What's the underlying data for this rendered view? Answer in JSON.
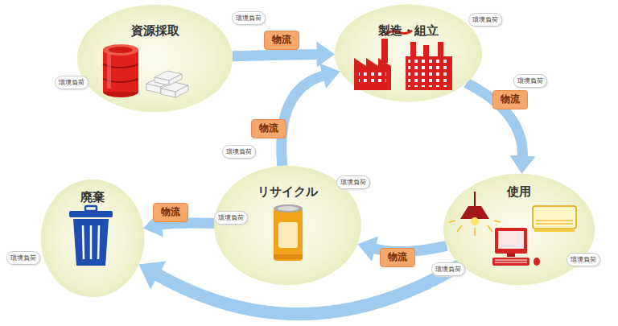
{
  "diagram": {
    "nodes": [
      {
        "text": [
          "資源採取"
        ]
      },
      {
        "text": [
          "製造・組立"
        ]
      },
      {
        "text": [
          "使用"
        ]
      },
      {
        "text": [
          "リサイクル"
        ]
      },
      {
        "text": [
          "廃棄"
        ]
      }
    ],
    "edges": [
      {
        "from": 0,
        "to": 1,
        "label": "物流",
        "arrow": "to"
      },
      {
        "from": 1,
        "to": 2,
        "label": "物流",
        "arrow": "to"
      },
      {
        "from": 2,
        "to": 3,
        "label": "物流",
        "arrow": "to"
      },
      {
        "from": 3,
        "to": 1,
        "label": "物流",
        "arrow": "to"
      },
      {
        "from": 3,
        "to": 4,
        "label": "物流",
        "arrow": "to"
      },
      {
        "from": 2,
        "to": 4,
        "arrow": "to"
      }
    ],
    "labels": [
      "環境負荷",
      "環境負荷",
      "環境負荷",
      "環境負荷",
      "環境負荷",
      "環境負荷",
      "環境負荷",
      "環境負荷",
      "環境負荷",
      "環境負荷"
    ]
  }
}
